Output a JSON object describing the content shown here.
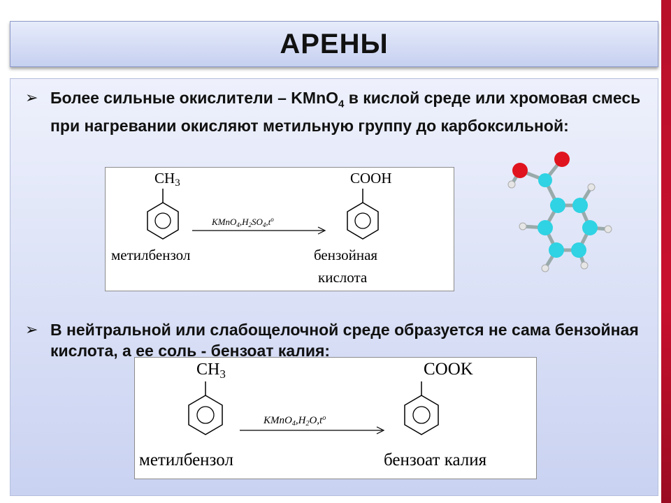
{
  "slide": {
    "title": "АРЕНЫ",
    "bullet_glyph": "➢"
  },
  "bullet1": {
    "text_before": "Более сильные окислители – KMnO",
    "subscript": "4",
    "text_after": " в кислой среде или хромовая смесь при нагревании окисляют метильную группу до карбоксильной:"
  },
  "bullet2": {
    "text": "В нейтральной или слабощелочной среде образуется не сама бензойная кислота, а ее соль - бензоат калия:"
  },
  "reaction1": {
    "reactant_group_main": "CH",
    "reactant_group_sub": "3",
    "product_group": "COOH",
    "reactant_name": "метилбензол",
    "product_name_line1": "бензойная",
    "product_name_line2": "кислота",
    "cond_kmno": "KMnO",
    "cond_4": "4",
    "cond_h": ",H",
    "cond_2": "2",
    "cond_so": "SO",
    "cond_4b": "4",
    "cond_t": ",t",
    "cond_deg": "o"
  },
  "reaction2": {
    "reactant_group_main": "CH",
    "reactant_group_sub": "3",
    "product_group": "COOK",
    "reactant_name": "метилбензол",
    "product_name": "бензоат калия",
    "cond_kmno": "KMnO",
    "cond_4": "4",
    "cond_h": ",H",
    "cond_2": "2",
    "cond_o": "O,t",
    "cond_deg": "o"
  },
  "colors": {
    "accent_strip": "#c8102e",
    "carbon_atom": "#2fd3e3",
    "oxygen_atom": "#e0141e",
    "hydrogen_atom": "#e6e6e6"
  }
}
